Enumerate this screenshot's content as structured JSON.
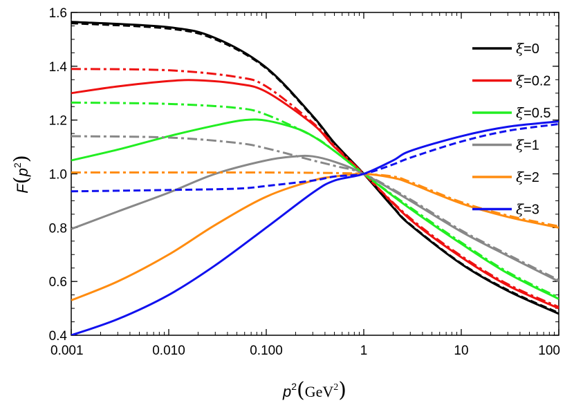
{
  "chart_data": {
    "type": "line",
    "xscale": "log",
    "xlim": [
      0.001,
      100
    ],
    "ylim": [
      0.4,
      1.6
    ],
    "x_ticks": [
      {
        "value": 0.001,
        "label": "0.001"
      },
      {
        "value": 0.01,
        "label": "0.010"
      },
      {
        "value": 0.1,
        "label": "0.100"
      },
      {
        "value": 1,
        "label": "1"
      },
      {
        "value": 10,
        "label": "10"
      },
      {
        "value": 100,
        "label": "100"
      }
    ],
    "y_ticks": [
      {
        "value": 0.4,
        "label": "0.4"
      },
      {
        "value": 0.6,
        "label": "0.6"
      },
      {
        "value": 0.8,
        "label": "0.8"
      },
      {
        "value": 1.0,
        "label": "1.0"
      },
      {
        "value": 1.2,
        "label": "1.2"
      },
      {
        "value": 1.4,
        "label": "1.4"
      },
      {
        "value": 1.6,
        "label": "1.6"
      }
    ],
    "xlabel": {
      "base": "p",
      "sup": "2",
      "unit_base": "GeV",
      "unit_sup": "2"
    },
    "ylabel": {
      "func": "F",
      "base": "p",
      "sup": "2"
    },
    "legend_position": "top-right",
    "grid": false,
    "series": [
      {
        "name": "ξ=0",
        "color": "#000000",
        "style": "solid",
        "x": [
          0.001,
          0.01,
          0.03,
          0.1,
          0.3,
          0.5,
          1,
          2,
          3,
          10,
          30,
          100
        ],
        "y": [
          1.565,
          1.545,
          1.505,
          1.395,
          1.215,
          1.115,
          1.0,
          0.875,
          0.81,
          0.665,
          0.565,
          0.48
        ]
      },
      {
        "name": "ξ=0",
        "color": "#000000",
        "style": "dashed",
        "x": [
          0.001,
          0.01,
          0.03,
          0.1,
          0.3,
          0.5,
          1,
          2,
          3,
          10,
          30,
          100
        ],
        "y": [
          1.56,
          1.54,
          1.5,
          1.392,
          1.212,
          1.112,
          1.0,
          0.877,
          0.812,
          0.667,
          0.568,
          0.483
        ]
      },
      {
        "name": "ξ=0.2",
        "color": "#ee1111",
        "style": "solid",
        "x": [
          0.001,
          0.003,
          0.01,
          0.02,
          0.05,
          0.1,
          0.3,
          0.5,
          1,
          3,
          10,
          30,
          100
        ],
        "y": [
          1.3,
          1.325,
          1.345,
          1.348,
          1.335,
          1.305,
          1.185,
          1.1,
          1.0,
          0.83,
          0.69,
          0.585,
          0.5
        ]
      },
      {
        "name": "ξ=0.2",
        "color": "#ee1111",
        "style": "dashdot",
        "x": [
          0.001,
          0.01,
          0.05,
          0.1,
          0.3,
          0.5,
          1,
          3,
          10,
          30,
          100
        ],
        "y": [
          1.39,
          1.385,
          1.36,
          1.325,
          1.19,
          1.105,
          1.0,
          0.835,
          0.695,
          0.59,
          0.505
        ]
      },
      {
        "name": "ξ=0.5",
        "color": "#22ee22",
        "style": "solid",
        "x": [
          0.001,
          0.003,
          0.01,
          0.03,
          0.06,
          0.1,
          0.2,
          0.3,
          0.5,
          1,
          3,
          10,
          30,
          100
        ],
        "y": [
          1.05,
          1.09,
          1.14,
          1.18,
          1.2,
          1.198,
          1.17,
          1.14,
          1.085,
          1.0,
          0.87,
          0.74,
          0.63,
          0.535
        ]
      },
      {
        "name": "ξ=0.5",
        "color": "#22ee22",
        "style": "dashdot",
        "x": [
          0.001,
          0.01,
          0.05,
          0.1,
          0.3,
          0.5,
          1,
          3,
          10,
          30,
          100
        ],
        "y": [
          1.265,
          1.26,
          1.245,
          1.22,
          1.14,
          1.085,
          1.0,
          0.875,
          0.745,
          0.635,
          0.54
        ]
      },
      {
        "name": "ξ=1",
        "color": "#888888",
        "style": "solid",
        "x": [
          0.001,
          0.003,
          0.01,
          0.03,
          0.1,
          0.2,
          0.3,
          0.5,
          1,
          3,
          10,
          30,
          100
        ],
        "y": [
          0.795,
          0.86,
          0.93,
          1.0,
          1.05,
          1.065,
          1.065,
          1.045,
          1.0,
          0.9,
          0.785,
          0.695,
          0.6
        ]
      },
      {
        "name": "ξ=1",
        "color": "#888888",
        "style": "dashdot",
        "x": [
          0.001,
          0.01,
          0.05,
          0.1,
          0.3,
          0.5,
          1,
          3,
          10,
          30,
          100
        ],
        "y": [
          1.14,
          1.135,
          1.115,
          1.095,
          1.05,
          1.03,
          1.0,
          0.905,
          0.79,
          0.7,
          0.605
        ]
      },
      {
        "name": "ξ=2",
        "color": "#ff8c10",
        "style": "solid",
        "x": [
          0.001,
          0.003,
          0.01,
          0.03,
          0.1,
          0.3,
          0.5,
          1,
          2,
          3,
          10,
          30,
          100
        ],
        "y": [
          0.53,
          0.6,
          0.7,
          0.81,
          0.915,
          0.975,
          0.99,
          1.0,
          0.985,
          0.965,
          0.89,
          0.84,
          0.8
        ]
      },
      {
        "name": "ξ=2",
        "color": "#ff8c10",
        "style": "dashdot",
        "x": [
          0.001,
          0.01,
          0.1,
          0.5,
          1,
          2,
          3,
          10,
          30,
          100
        ],
        "y": [
          1.005,
          1.005,
          1.005,
          1.003,
          1.0,
          0.99,
          0.97,
          0.895,
          0.845,
          0.805
        ]
      },
      {
        "name": "ξ=3",
        "color": "#1111ee",
        "style": "solid",
        "x": [
          0.001,
          0.003,
          0.01,
          0.03,
          0.1,
          0.3,
          0.5,
          1,
          2,
          3,
          10,
          30,
          100
        ],
        "y": [
          0.4,
          0.46,
          0.55,
          0.66,
          0.8,
          0.93,
          0.975,
          1.0,
          1.05,
          1.085,
          1.14,
          1.175,
          1.195
        ]
      },
      {
        "name": "ξ=3",
        "color": "#1111ee",
        "style": "dashed",
        "x": [
          0.001,
          0.01,
          0.05,
          0.1,
          0.3,
          0.5,
          1,
          2,
          3,
          10,
          30,
          100
        ],
        "y": [
          0.935,
          0.94,
          0.945,
          0.955,
          0.975,
          0.99,
          1.0,
          1.035,
          1.06,
          1.12,
          1.16,
          1.185
        ]
      }
    ],
    "legend": [
      {
        "label": "ξ=0",
        "symbol": "ξ",
        "text": "=0",
        "color": "#000000"
      },
      {
        "label": "ξ=0.2",
        "symbol": "ξ",
        "text": "=0.2",
        "color": "#ee1111"
      },
      {
        "label": "ξ=0.5",
        "symbol": "ξ",
        "text": "=0.5",
        "color": "#22ee22"
      },
      {
        "label": "ξ=1",
        "symbol": "ξ",
        "text": "=1",
        "color": "#888888"
      },
      {
        "label": "ξ=2",
        "symbol": "ξ",
        "text": "=2",
        "color": "#ff8c10"
      },
      {
        "label": "ξ=3",
        "symbol": "ξ",
        "text": "=3",
        "color": "#1111ee"
      }
    ]
  }
}
